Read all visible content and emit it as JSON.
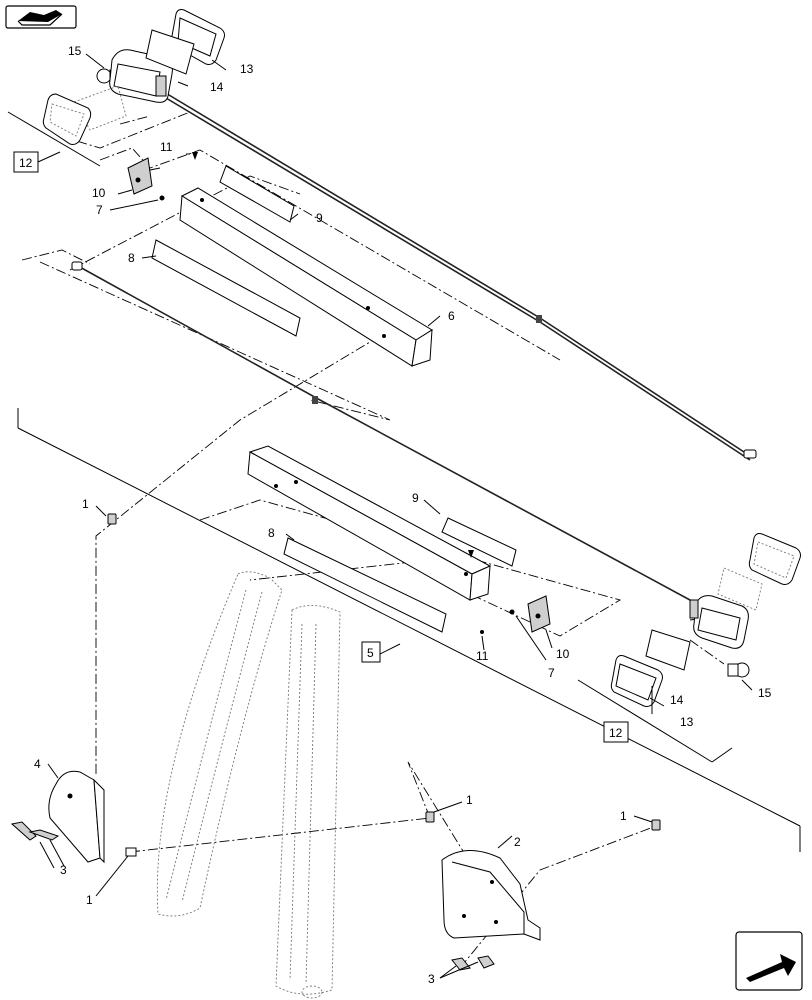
{
  "callouts": {
    "c1a": "1",
    "c1b": "1",
    "c1c": "1",
    "c1d": "1",
    "c2": "2",
    "c3a": "3",
    "c3b": "3",
    "c4": "4",
    "c5": "5",
    "c6": "6",
    "c7a": "7",
    "c7b": "7",
    "c8a": "8",
    "c8b": "8",
    "c9a": "9",
    "c9b": "9",
    "c10a": "10",
    "c10b": "10",
    "c11a": "11",
    "c11b": "11",
    "c12a": "12",
    "c12b": "12",
    "c13a": "13",
    "c13b": "13",
    "c14a": "14",
    "c14b": "14",
    "c15a": "15",
    "c15b": "15"
  },
  "icons": {
    "top_left": "reference-book-icon",
    "bottom_right": "navigation-arrow-icon"
  }
}
